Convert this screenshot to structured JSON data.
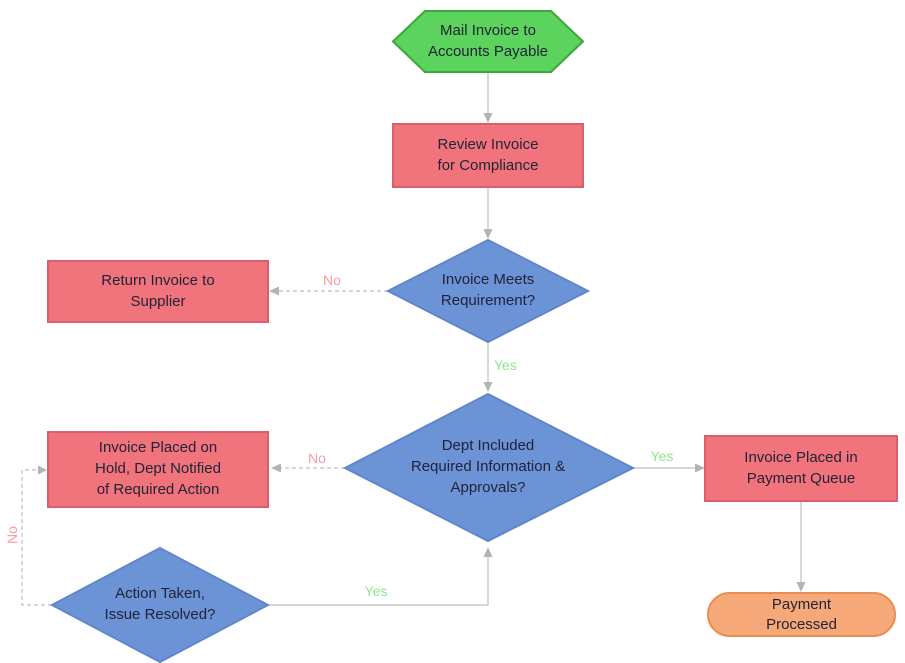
{
  "diagram": {
    "type": "flowchart",
    "nodes": {
      "start": {
        "shape": "hexagon",
        "label": "Mail Invoice to\nAccounts Payable"
      },
      "review": {
        "shape": "process",
        "label": "Review Invoice\nfor Compliance"
      },
      "decision_meets": {
        "shape": "decision",
        "label": "Invoice Meets\nRequirement?"
      },
      "return_supplier": {
        "shape": "process",
        "label": "Return Invoice to\nSupplier"
      },
      "decision_dept": {
        "shape": "decision",
        "label": "Dept Included\nRequired Information &\nApprovals?"
      },
      "hold": {
        "shape": "process",
        "label": "Invoice Placed on\nHold, Dept Notified\nof Required Action"
      },
      "decision_action": {
        "shape": "decision",
        "label": "Action Taken,\nIssue Resolved?"
      },
      "payment_queue": {
        "shape": "process",
        "label": "Invoice Placed in\nPayment Queue"
      },
      "payment_processed": {
        "shape": "terminator",
        "label": "Payment\nProcessed"
      }
    },
    "edges": [
      {
        "from": "start",
        "to": "review",
        "label": "",
        "style": "solid"
      },
      {
        "from": "review",
        "to": "decision_meets",
        "label": "",
        "style": "solid"
      },
      {
        "from": "decision_meets",
        "to": "return_supplier",
        "label": "No",
        "style": "dashed"
      },
      {
        "from": "decision_meets",
        "to": "decision_dept",
        "label": "Yes",
        "style": "solid"
      },
      {
        "from": "decision_dept",
        "to": "hold",
        "label": "No",
        "style": "dashed"
      },
      {
        "from": "decision_dept",
        "to": "payment_queue",
        "label": "Yes",
        "style": "solid"
      },
      {
        "from": "payment_queue",
        "to": "payment_processed",
        "label": "",
        "style": "solid"
      },
      {
        "from": "decision_action",
        "to": "decision_dept",
        "label": "Yes",
        "style": "solid"
      },
      {
        "from": "decision_action",
        "to": "hold",
        "label": "No",
        "style": "dashed"
      }
    ]
  },
  "colors": {
    "start_fill": "#5cd35c",
    "start_border": "#3fa53f",
    "process_fill": "#f1747c",
    "process_border": "#d9606a",
    "decision_fill": "#6c93d6",
    "decision_border": "#5e87cb",
    "terminator_fill": "#f7a878",
    "terminator_border": "#e98e53",
    "connector": "#c9c9c9",
    "arrowhead": "#b3b3b3",
    "yes_label": "#8ce68c",
    "no_label": "#f79ca4",
    "node_text": "#212338"
  }
}
